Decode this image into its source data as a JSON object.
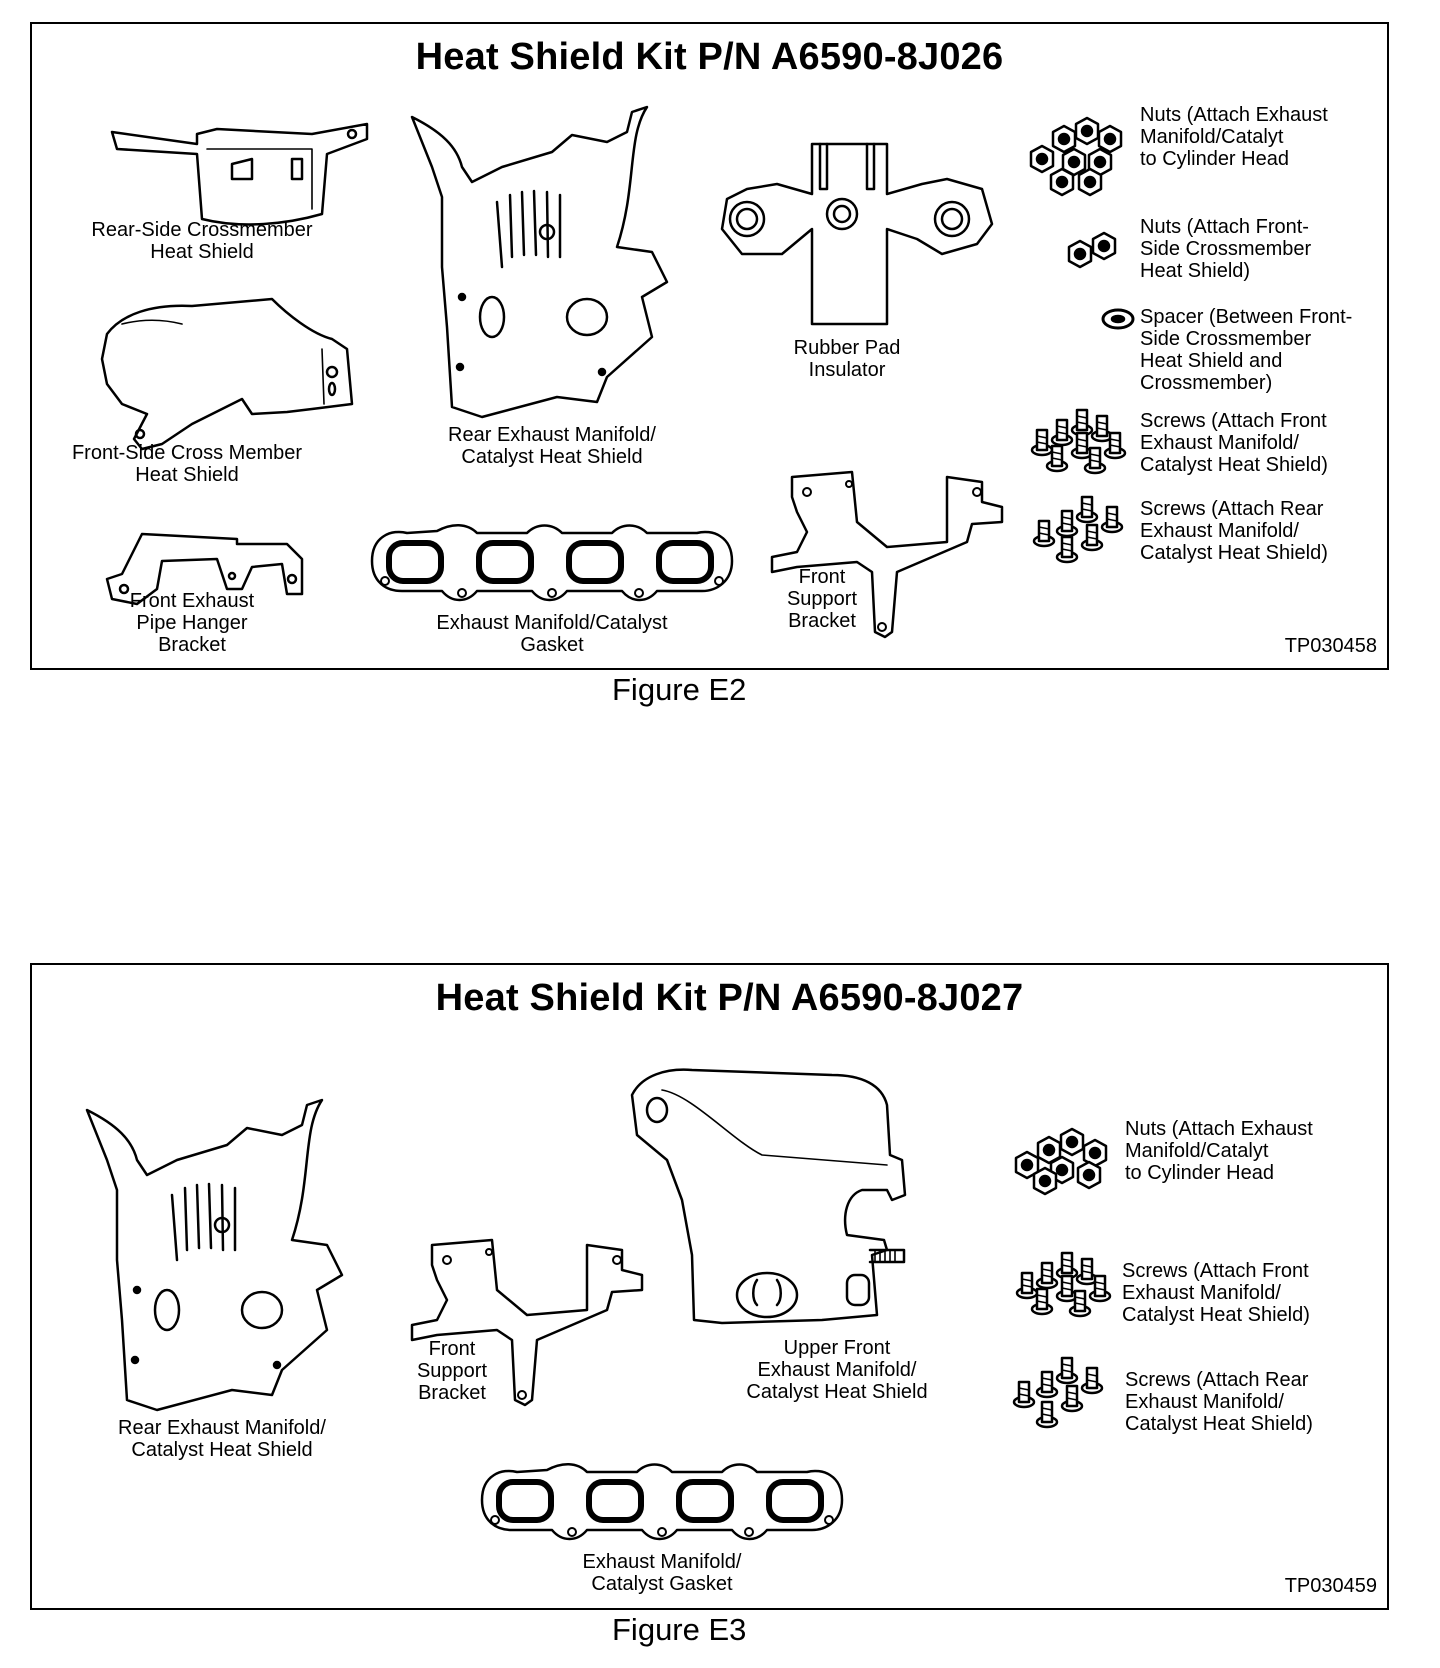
{
  "figure_e2": {
    "title": "Heat Shield Kit P/N A6590-8J026",
    "parts": {
      "rear_side_crossmember": "Rear-Side Crossmember\nHeat Shield",
      "front_side_cross_member": "Front-Side Cross Member\nHeat Shield",
      "front_exhaust_pipe_hanger": "Front Exhaust\nPipe Hanger\nBracket",
      "rear_exhaust_manifold": "Rear Exhaust Manifold/\nCatalyst Heat Shield",
      "exhaust_manifold_gasket": "Exhaust Manifold/Catalyst\nGasket",
      "rubber_pad_insulator": "Rubber Pad\nInsulator",
      "front_support_bracket": "Front\nSupport\nBracket"
    },
    "hardware": {
      "nuts_cylinder_head": "Nuts (Attach Exhaust\nManifold/Catalyt\nto Cylinder Head",
      "nuts_front_side": "Nuts (Attach Front-\nSide Crossmember\nHeat Shield)",
      "spacer": "Spacer (Between Front-\nSide Crossmember\nHeat Shield and\nCrossmember)",
      "screws_front": "Screws (Attach Front\nExhaust Manifold/\nCatalyst Heat Shield)",
      "screws_rear": "Screws (Attach Rear\nExhaust Manifold/\nCatalyst Heat Shield)"
    },
    "figure_number": "TP030458",
    "caption": "Figure E2"
  },
  "figure_e3": {
    "title": "Heat Shield Kit P/N A6590-8J027",
    "parts": {
      "rear_exhaust_manifold": "Rear Exhaust Manifold/\nCatalyst Heat Shield",
      "front_support_bracket": "Front\nSupport\nBracket",
      "upper_front_exhaust_manifold": "Upper Front\nExhaust Manifold/\nCatalyst Heat Shield",
      "exhaust_manifold_gasket": "Exhaust Manifold/\nCatalyst Gasket"
    },
    "hardware": {
      "nuts_cylinder_head": "Nuts (Attach Exhaust\nManifold/Catalyt\nto Cylinder Head",
      "screws_front": "Screws (Attach Front\nExhaust Manifold/\nCatalyst Heat Shield)",
      "screws_rear": "Screws (Attach Rear\nExhaust Manifold/\nCatalyst Heat Shield)"
    },
    "figure_number": "TP030459",
    "caption": "Figure E3"
  }
}
